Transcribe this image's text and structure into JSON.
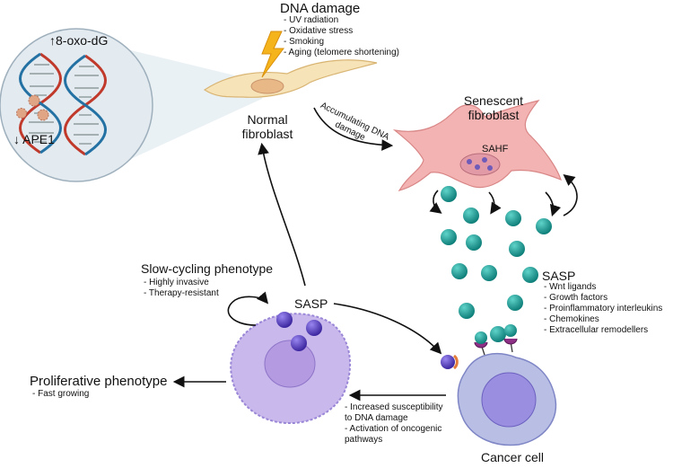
{
  "inset": {
    "marker_up": "↑8-oxo-dG",
    "marker_down": "↓ APE1"
  },
  "dna_damage": {
    "title": "DNA damage",
    "causes": [
      "- UV radiation",
      "- Oxidative stress",
      "- Smoking",
      "- Aging (telomere shortening)"
    ]
  },
  "normal_fibroblast": {
    "line1": "Normal",
    "line2": "fibroblast"
  },
  "accumulating": {
    "line1": "Accumulating DNA",
    "line2": "damage"
  },
  "senescent_fibroblast": {
    "line1": "Senescent",
    "line2": "fibroblast",
    "nucleus_label": "SAHF"
  },
  "sasp_right": {
    "title": "SASP",
    "items": [
      "- Wnt ligands",
      "- Growth factors",
      "- Proinflammatory interleukins",
      "- Chemokines",
      "- Extracellular remodellers"
    ]
  },
  "slow_cycling": {
    "title": "Slow-cycling phenotype",
    "items": [
      "- Highly invasive",
      "- Therapy-resistant"
    ]
  },
  "sasp_center": "SASP",
  "proliferative": {
    "title": "Proliferative phenotype",
    "items": [
      "- Fast growing"
    ]
  },
  "cancer_effects": {
    "items": [
      "- Increased susceptibility",
      "to DNA damage",
      "- Activation of oncogenic",
      "pathways"
    ]
  },
  "cancer_cell": "Cancer cell",
  "colors": {
    "teal": "#17958f",
    "purple": "#5b3fc4",
    "fibroblast_pink": "#f3b3b3",
    "normal_fibroblast": "#f7e3b8",
    "cancer_cell": "#b9bfe4",
    "tumor_cell": "#c9b8ec",
    "lightning": "#f5b31c",
    "dna_red": "#c0392b",
    "dna_blue": "#2471a3"
  }
}
